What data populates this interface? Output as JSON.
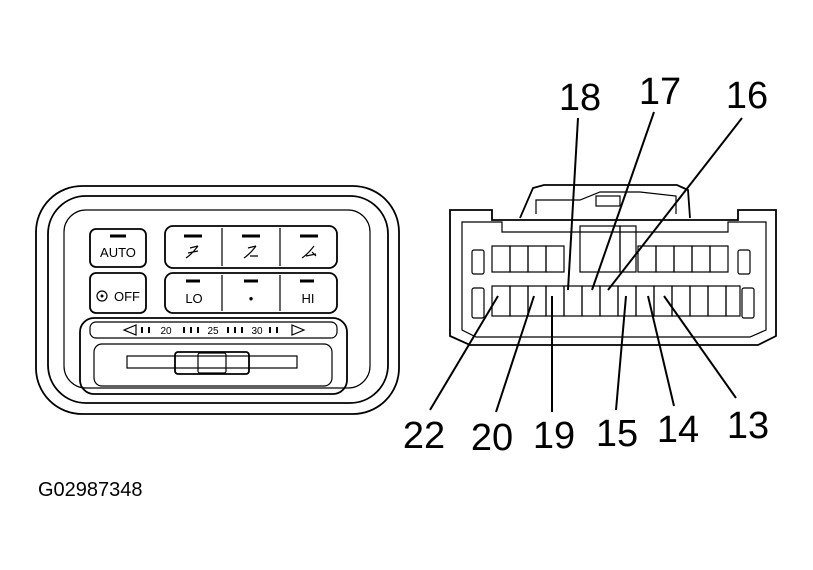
{
  "figure_code": "G02987348",
  "control_panel": {
    "buttons": {
      "auto": "AUTO",
      "off": "OFF",
      "lo": "LO",
      "mid": "•",
      "hi": "HI"
    },
    "mode_icons": [
      "face-vent-icon",
      "bi-level-vent-icon",
      "foot-vent-icon"
    ],
    "fan_icon": "fan-icon",
    "temp_scale": [
      "20",
      "25",
      "30"
    ]
  },
  "connector": {
    "pin_labels_top": [
      "18",
      "17",
      "16"
    ],
    "pin_labels_bottom": [
      "22",
      "20",
      "19",
      "15",
      "14",
      "13"
    ]
  }
}
